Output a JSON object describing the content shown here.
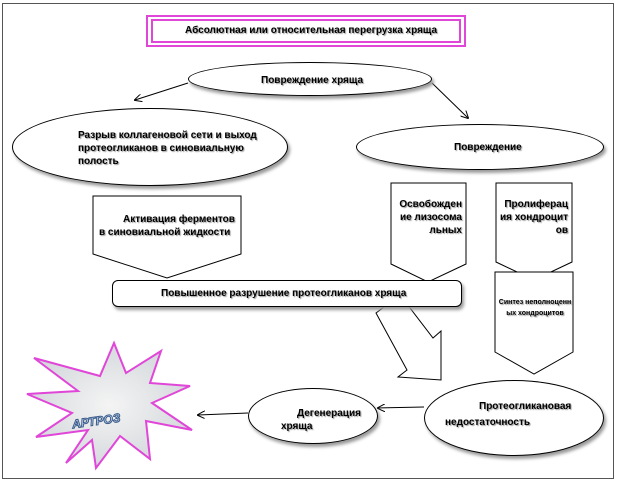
{
  "nodes": {
    "overload": "Абсолютная или относительная перегрузка хряща",
    "damage": "Повреждение хряща",
    "collagen": "Разрыв коллагеновой сети и выход протеогликанов в синовиальную полость",
    "injury": "Повреждение",
    "activation": "Активация ферментов в синовиальной жидкости",
    "release": "Освобождение лизосомальных",
    "prolif": "Пролиферация хондроцитов",
    "destruction": "Повышенное разрушение протеогликанов хряща",
    "synthesis": "Синтез неполноценных хондроцитов",
    "insufficiency": "Протеогликановая недостаточность",
    "degeneration": "Дегенерация хряща",
    "arthrosis": "АРТРОЗ"
  }
}
